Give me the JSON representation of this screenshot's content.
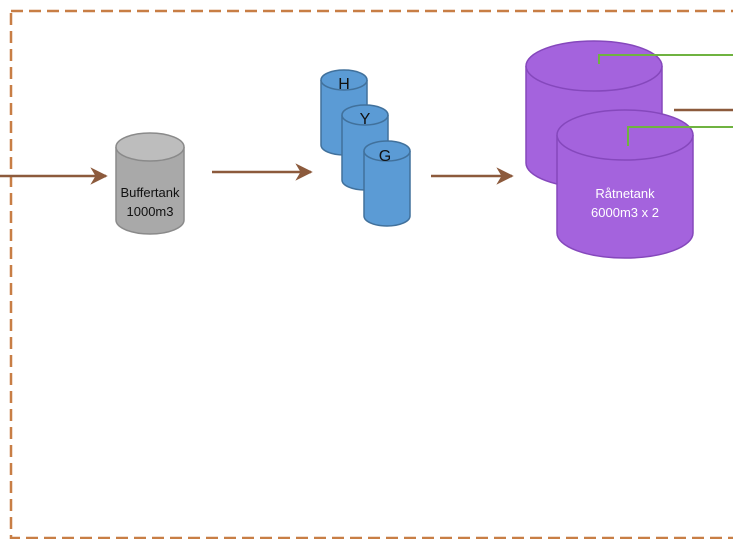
{
  "diagram": {
    "buffer_tank": {
      "name": "Buffertank",
      "capacity": "1000m3"
    },
    "hyg_tanks": [
      {
        "letter": "H"
      },
      {
        "letter": "Y"
      },
      {
        "letter": "G"
      }
    ],
    "digester": {
      "name": "Råtnetank",
      "capacity": "6000m3 x 2"
    },
    "colors": {
      "boundary": "#C87E45",
      "arrow": "#8C5A3C",
      "buffer_fill": "#A9A9A9",
      "hyg_fill": "#5B9BD5",
      "digester_fill": "#A463DD",
      "gas_line": "#6FB340"
    }
  }
}
